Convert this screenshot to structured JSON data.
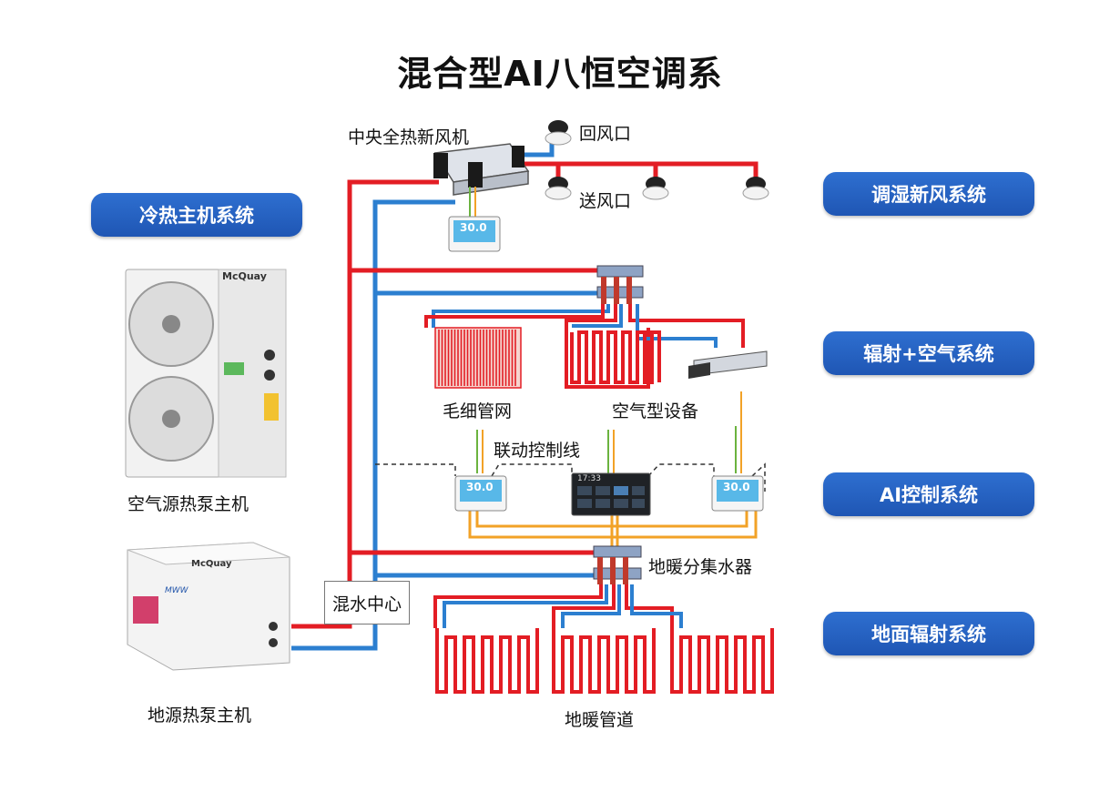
{
  "title": "混合型AI八恒空调系",
  "systems": [
    "冷热主机系统",
    "调湿新风系统",
    "辐射+空气系统",
    "AI控制系统",
    "地面辐射系统"
  ],
  "labels": {
    "fresh_air_unit": "中央全热新风机",
    "return_vent": "回风口",
    "supply_vent": "送风口",
    "capillary": "毛细管网",
    "air_device": "空气型设备",
    "linkage": "联动控制线",
    "floor_manifold": "地暖分集水器",
    "mixing_center": "混水中心",
    "floor_pipes": "地暖管道",
    "air_source_pump": "空气源热泵主机",
    "ground_source_pump": "地源热泵主机"
  },
  "brand": {
    "name": "McQuay",
    "sub_badge": "MWW"
  },
  "thermostat_reading": "30.0",
  "panel_time": "17:33",
  "colors": {
    "hot_pipe": "#e31d24",
    "cold_pipe": "#2c7fd0",
    "accent_blue": "#2564c4",
    "control_wire_green": "#6bb33f",
    "control_wire_orange": "#f2a227"
  }
}
